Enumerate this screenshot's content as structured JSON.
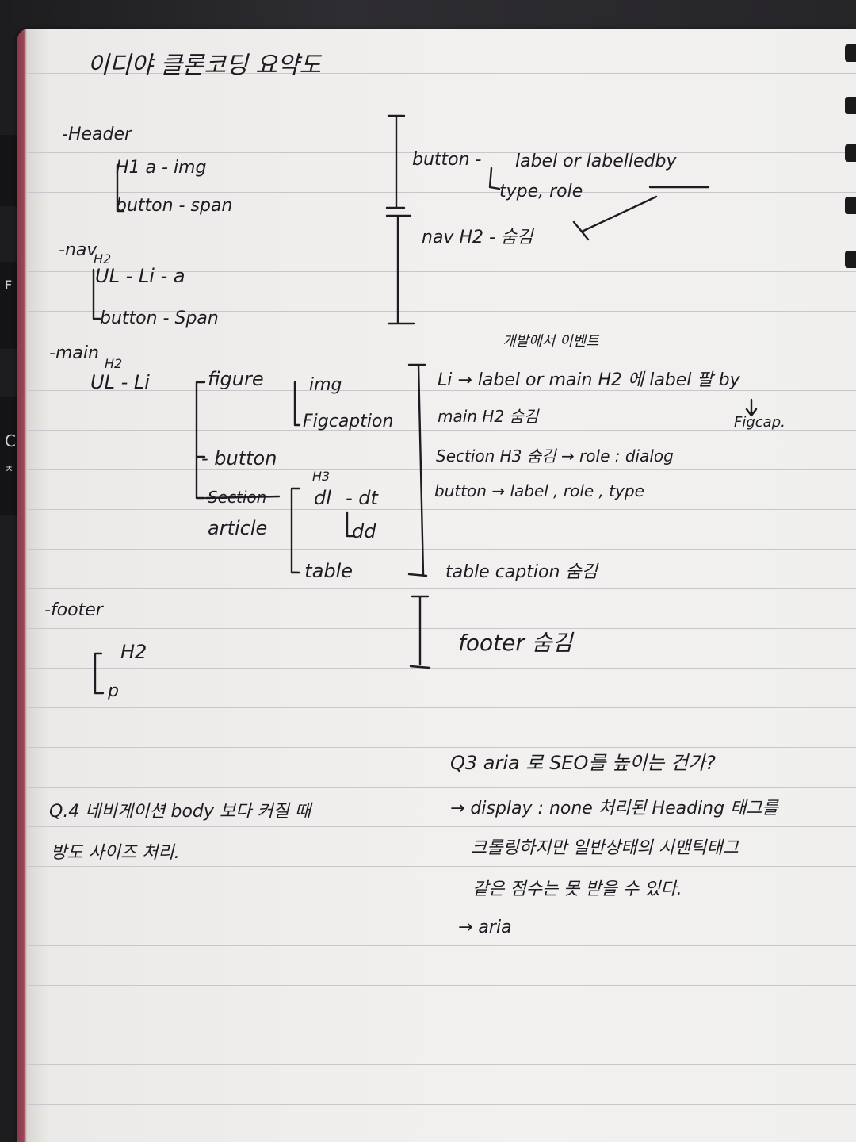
{
  "title": "이디야 클론코딩 요약도",
  "outline": {
    "header": {
      "label": "-Header",
      "children": [
        "H1 a - img",
        "button - span"
      ]
    },
    "nav": {
      "label": "-nav",
      "h2": "H2",
      "children": [
        "UL - Li - a",
        "button - Span"
      ]
    },
    "main": {
      "label": "-main",
      "h2": "H2",
      "root": "UL - Li",
      "figure": "figure",
      "figure_children": [
        "img",
        "Figcaption"
      ],
      "button": "- button",
      "section": "Section",
      "article": "article",
      "h3": "H3",
      "dl": "dl",
      "dt": "- dt",
      "dd": "dd",
      "table": "- table"
    },
    "footer": {
      "label": "-footer",
      "children": [
        "H2",
        "p"
      ]
    }
  },
  "notes": {
    "header_button": "button -",
    "header_label": "label or labelledby",
    "header_type": "type, role",
    "nav_note": "nav H2 - 숨김",
    "event_note": "개발에서 이벤트",
    "main_li": "Li → label or  main H2 에 label 팔 by",
    "figcap": "Figcap.",
    "main_h2": "main H2 숨김",
    "section_h3": "Section H3 숨김  → role : dialog",
    "button_note": "button → label , role , type",
    "table_note": "table caption 숨김",
    "footer_note": "footer 숨김"
  },
  "questions": {
    "q3_title": "Q3 aria 로 SEO를 높이는 건가?",
    "q3_line1": "→ display : none 처리된 Heading 태그를",
    "q3_line2": "크롤링하지만 일반상태의 시맨틱태그",
    "q3_line3": "같은 점수는 못 받을 수 있다.",
    "q3_line4": "→ aria",
    "q4_line1": "Q.4 네비게이션 body 보다 커질 때",
    "q4_line2": "방도 사이즈 처리."
  },
  "side_keys": [
    "C",
    "ㅊ",
    "F"
  ]
}
